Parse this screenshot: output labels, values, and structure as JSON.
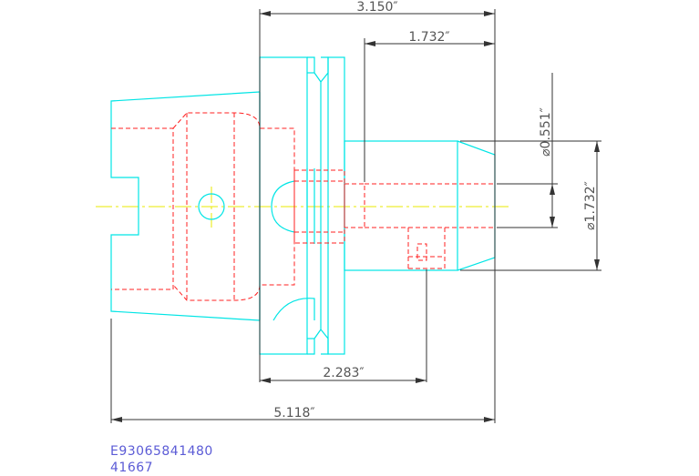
{
  "dimensions": {
    "overall_flange_to_tip": "3.150″",
    "shank_length": "1.732″",
    "bore_diameter": "⌀0.551″",
    "shank_diameter": "⌀1.732″",
    "flange_to_screw": "2.283″",
    "overall_length": "5.118″"
  },
  "part_number": "E93065841480",
  "item_code": "41667",
  "colors": {
    "outline": "#00e5e5",
    "hidden": "#ff2020",
    "centerline": "#e8e800",
    "dimension": "#333333",
    "text": "#5b5bd6"
  }
}
